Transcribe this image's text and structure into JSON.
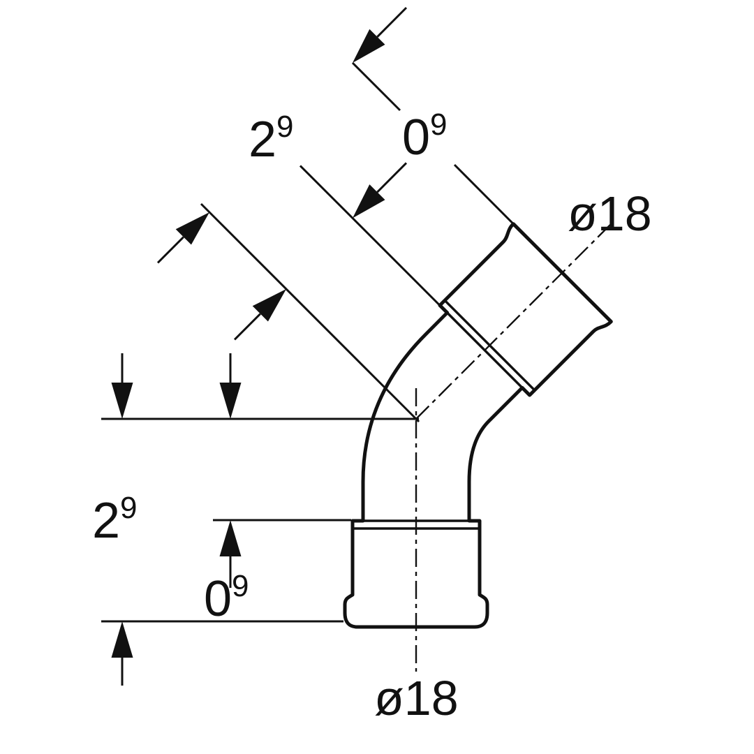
{
  "drawing": {
    "type": "technical-dimension-drawing",
    "subject": "45-degree press-fit pipe bend with two sockets",
    "colors": {
      "line": "#111111",
      "background": "#ffffff"
    },
    "dimensions": {
      "diagonal_axis": {
        "dim_outer": {
          "value": "2",
          "superscript": "9"
        },
        "dim_inner": {
          "value": "0",
          "superscript": "9"
        },
        "diameter": "ø18"
      },
      "vertical_axis": {
        "dim_outer": {
          "value": "2",
          "superscript": "9"
        },
        "dim_inner": {
          "value": "0",
          "superscript": "9"
        },
        "diameter": "ø18"
      }
    }
  }
}
